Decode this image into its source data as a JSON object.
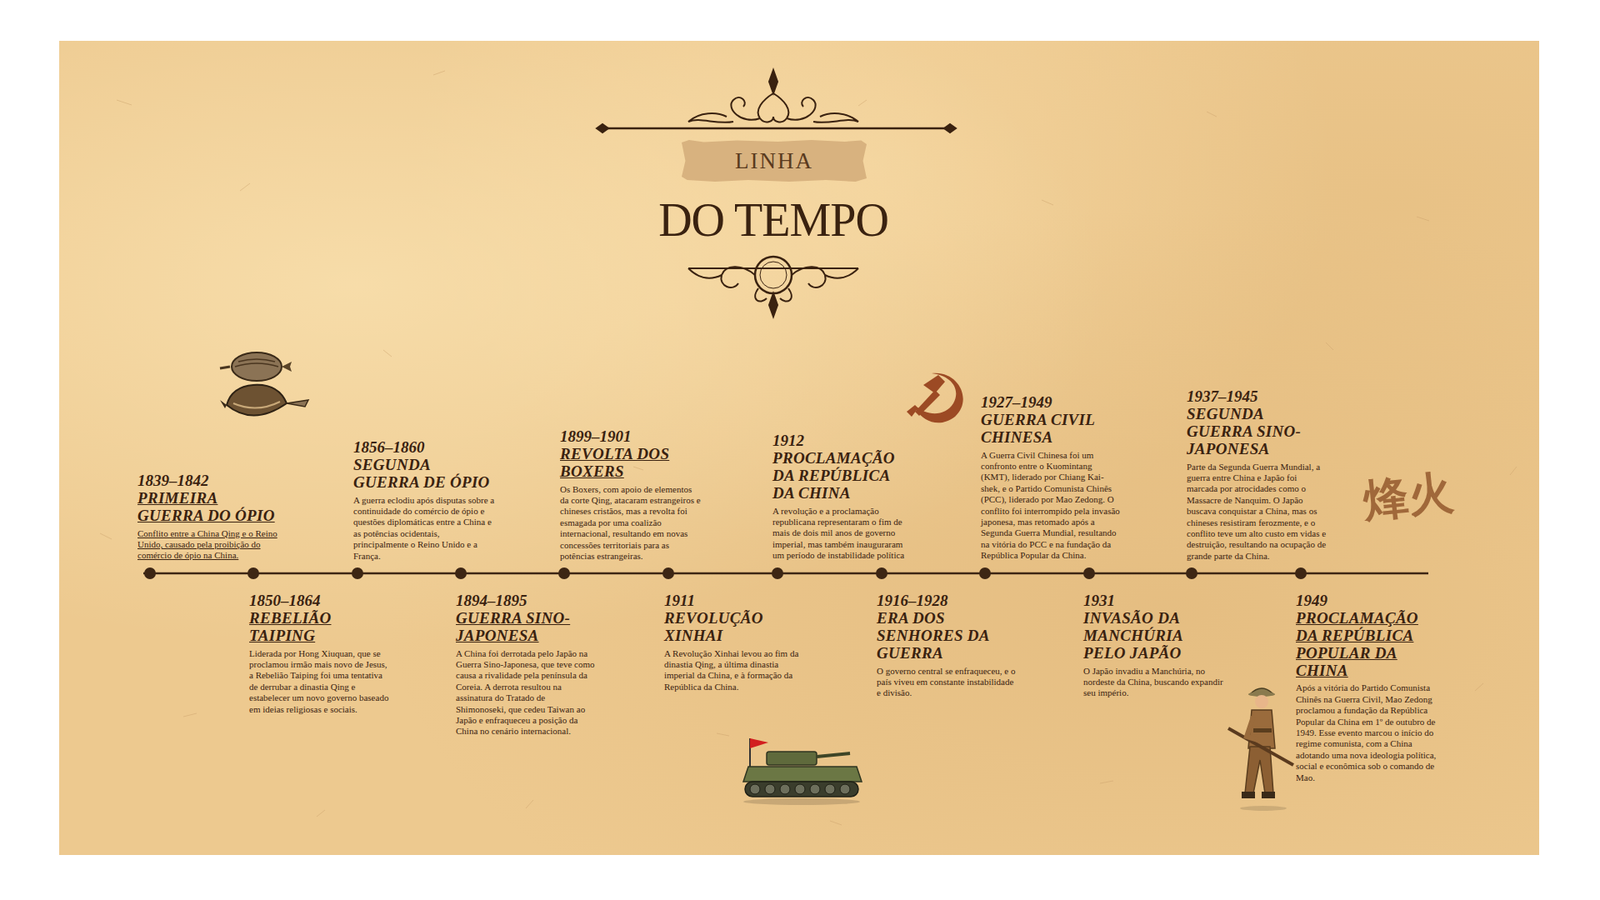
{
  "diagram": {
    "title": "DO TEMPO",
    "nodes": [
      {
        "text": [
          "LINHA"
        ]
      },
      {
        "text": [
          "1839–1842",
          "PRIMEIRA GUERRA DO ÓPIO",
          "Conflito entre a China Qing e o Reino Unido, causado pela proibição do comércio de ópio na China."
        ]
      },
      {
        "text": [
          "1850–1864",
          "REBELIÃO TAIPING",
          "Liderada por Hong Xiuquan, que se proclamou irmão mais novo de Jesus, a Rebelião Taiping foi uma tentativa de derrubar a dinastia Qing e estabelecer um novo governo baseado em ideias religiosas e sociais."
        ]
      },
      {
        "text": [
          "1856–1860",
          "SEGUNDA GUERRA DE ÓPIO",
          "A guerra eclodiu após disputas sobre a continuidade do comércio de ópio e questões diplomáticas entre a China e as potências ocidentais, principalmente o Reino Unido e a França."
        ]
      },
      {
        "text": [
          "1894–1895",
          "GUERRA SINO-JAPONESA",
          "A China foi derrotada pelo Japão na Guerra Sino-Japonesa, que teve como causa a rivalidade pela península da Coreia. A derrota resultou na assinatura do Tratado de Shimonoseki, que cedeu Taiwan ao Japão e enfraqueceu a posição da China no cenário internacional."
        ]
      },
      {
        "text": [
          "1899–1901",
          "REVOLTA DOS BOXERS",
          "Os Boxers, com apoio de elementos da corte Qing, atacaram estrangeiros e chineses cristãos, mas a revolta foi esmagada por uma coalizão internacional, resultando em novas concessões territoriais para as potências estrangeiras."
        ]
      },
      {
        "text": [
          "1911",
          "REVOLUÇÃO XINHAI",
          "A Revolução Xinhai levou ao fim da dinastia Qing, a última dinastia imperial da China, e à formação da República da China."
        ]
      },
      {
        "text": [
          "1912",
          "PROCLAMAÇÃO DA REPÚBLICA DA CHINA",
          "A revolução e a proclamação republicana representaram o fim de mais de dois mil anos de governo imperial, mas também inauguraram um período de instabilidade política"
        ]
      },
      {
        "text": [
          "1916–1928",
          "ERA DOS SENHORES DA GUERRA",
          "O governo central se enfraqueceu, e o país viveu em constante instabilidade e divisão."
        ]
      },
      {
        "text": [
          "1927–1949",
          "GUERRA CIVIL CHINESA",
          "A Guerra Civil Chinesa foi um confronto entre o Kuomintang (KMT), liderado por Chiang Kai-shek, e o Partido Comunista Chinês (PCC), liderado por Mao Zedong. O conflito foi interrompido pela invasão japonesa, mas retomado após a Segunda Guerra Mundial, resultando na vitória do PCC e na fundação da República Popular da China."
        ]
      },
      {
        "text": [
          "1931",
          "INVASÃO DA MANCHÚRIA PELO JAPÃO",
          "O Japão invadiu a Manchúria, no nordeste da China, buscando expandir seu império."
        ]
      },
      {
        "text": [
          "1937–1945",
          "SEGUNDA GUERRA SINO-JAPONESA",
          "Parte da Segunda Guerra Mundial, a guerra entre China e Japão foi marcada por atrocidades como o Massacre de Nanquim. O Japão buscava conquistar a China, mas os chineses resistiram ferozmente, e o conflito teve um alto custo em vidas e destruição, resultando na ocupação de grande parte da China."
        ]
      },
      {
        "text": [
          "1949",
          "PROCLAMAÇÃO DA REPÚBLICA POPULAR DA CHINA",
          "Após a vitória do Partido Comunista Chinês na Guerra Civil, Mao Zedong proclamou a fundação da República Popular da China em 1º de outubro de 1949. Esse evento marcou o início do regime comunista, com a China adotando uma nova ideologia política, social e econômica sob o comando de Mao."
        ]
      }
    ],
    "labels": [
      "烽火"
    ]
  }
}
